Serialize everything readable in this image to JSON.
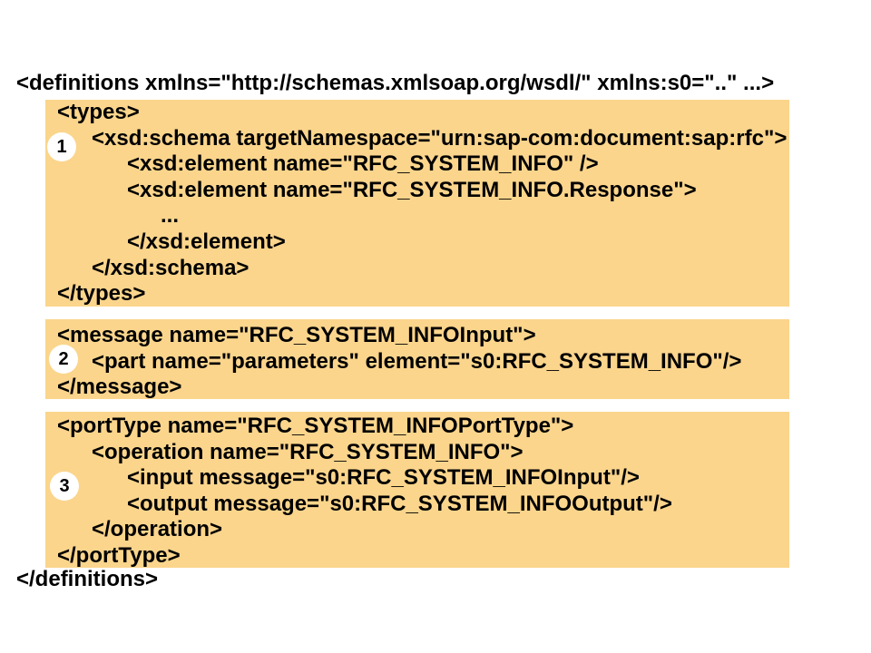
{
  "colors": {
    "block_background": "#FBD58C",
    "text": "#000000",
    "badge_background": "#FFFFFF",
    "page_background": "#FFFFFF"
  },
  "document": {
    "opening_line": "<definitions xmlns=\"http://schemas.xmlsoap.org/wsdl/\" xmlns:s0=\"..\" ...>",
    "closing_line": "</definitions>"
  },
  "blocks": [
    {
      "badge": "1",
      "name": "types-section",
      "lines": [
        {
          "indent": 1,
          "text": "<types>"
        },
        {
          "indent": 2,
          "text": "<xsd:schema targetNamespace=\"urn:sap-com:document:sap:rfc\">"
        },
        {
          "indent": 3,
          "text": "<xsd:element name=\"RFC_SYSTEM_INFO\" />"
        },
        {
          "indent": 3,
          "text": "<xsd:element name=\"RFC_SYSTEM_INFO.Response\">"
        },
        {
          "indent": 4,
          "text": "..."
        },
        {
          "indent": 3,
          "text": "</xsd:element>"
        },
        {
          "indent": 2,
          "text": "</xsd:schema>"
        },
        {
          "indent": 1,
          "text": "</types>"
        }
      ]
    },
    {
      "badge": "2",
      "name": "message-section",
      "lines": [
        {
          "indent": 1,
          "text": "<message name=\"RFC_SYSTEM_INFOInput\">"
        },
        {
          "indent": 2,
          "text": "<part name=\"parameters\" element=\"s0:RFC_SYSTEM_INFO\"/>"
        },
        {
          "indent": 1,
          "text": "</message>"
        }
      ]
    },
    {
      "badge": "3",
      "name": "porttype-section",
      "lines": [
        {
          "indent": 1,
          "text": "<portType name=\"RFC_SYSTEM_INFOPortType\">"
        },
        {
          "indent": 2,
          "text": "<operation name=\"RFC_SYSTEM_INFO\">"
        },
        {
          "indent": 3,
          "text": "<input message=\"s0:RFC_SYSTEM_INFOInput\"/>"
        },
        {
          "indent": 3,
          "text": "<output message=\"s0:RFC_SYSTEM_INFOOutput\"/>"
        },
        {
          "indent": 2,
          "text": "</operation>"
        },
        {
          "indent": 1,
          "text": "</portType>"
        }
      ]
    }
  ]
}
